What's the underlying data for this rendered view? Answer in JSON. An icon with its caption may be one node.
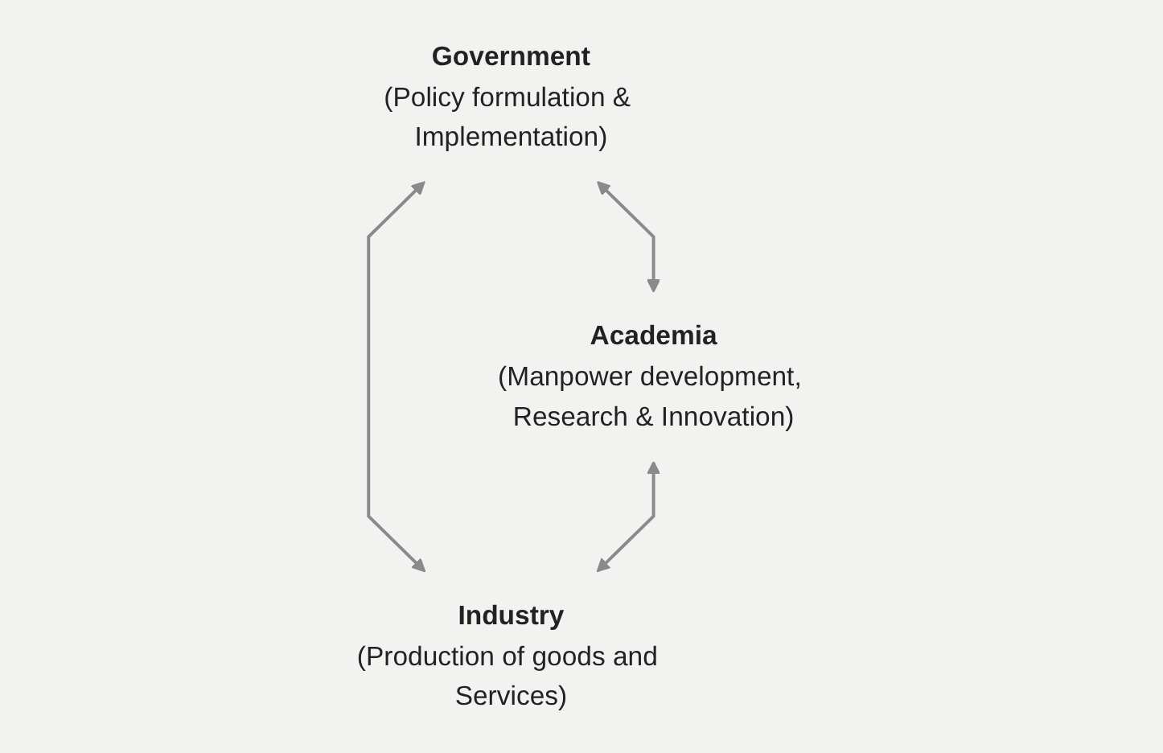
{
  "diagram": {
    "nodes": [
      {
        "text": [
          "Government",
          "(Policy formulation & Implementation)"
        ]
      },
      {
        "text": [
          "Academia",
          "(Manpower development, Research & Innovation)"
        ]
      },
      {
        "text": [
          "Industry",
          "(Production of goods and Services)"
        ]
      }
    ],
    "edges": [
      {
        "from": 0,
        "to": 1,
        "arrow": "both"
      },
      {
        "from": 0,
        "to": 2,
        "arrow": "both"
      },
      {
        "from": 1,
        "to": 2,
        "arrow": "both"
      }
    ]
  }
}
